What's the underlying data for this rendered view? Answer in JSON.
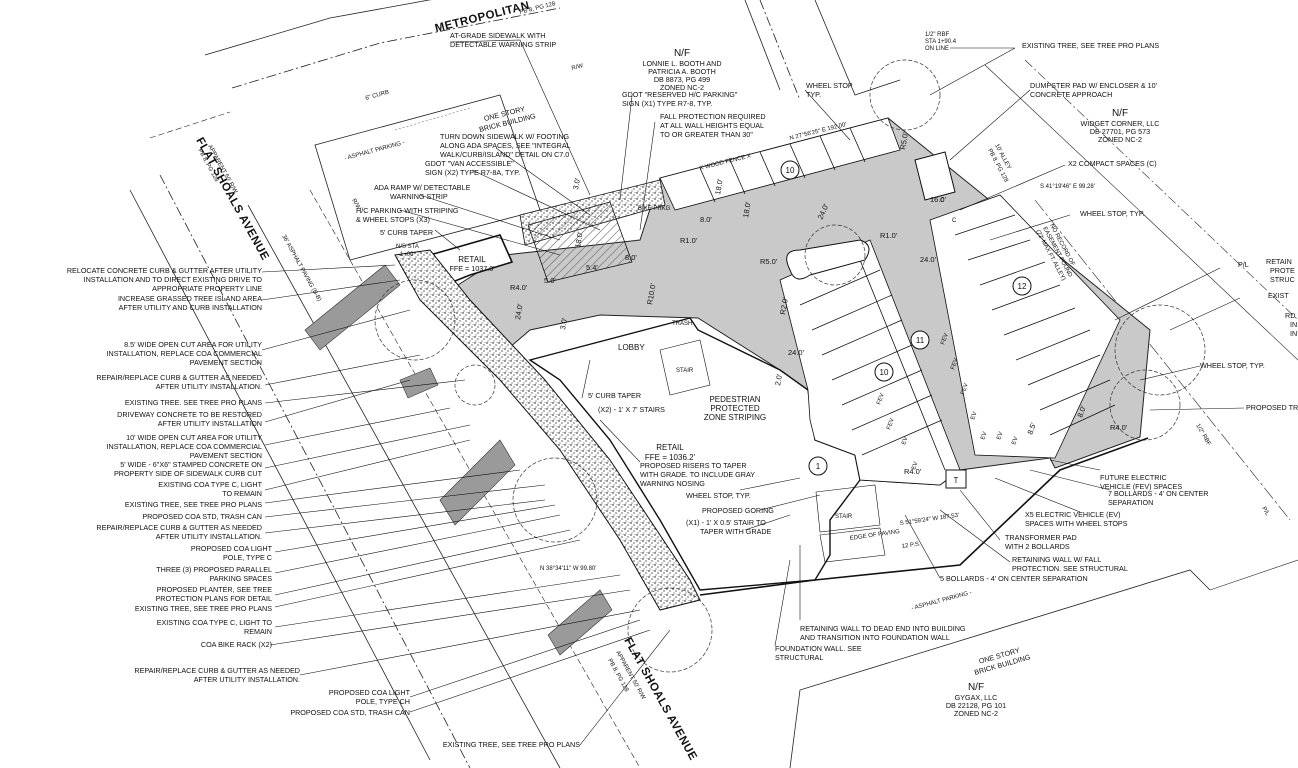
{
  "streets": {
    "metropolitan": "METROPOLITAN",
    "metropolitan_sub": "PB 8, PG 128",
    "flat_shoals_top": "FLAT SHOALS AVENUE",
    "flat_shoals_top_sub1": "APPARENT 50' R/W",
    "flat_shoals_top_sub2": "PB 8, PG 128",
    "flat_shoals_bottom": "FLAT SHOALS AVENUE",
    "flat_shoals_bottom_sub1": "APPARENT 50' R/W",
    "flat_shoals_bottom_sub2": "PB 8, PG 128",
    "alley": "10' ALLEY",
    "alley_sub": "PB 8, PG 128",
    "asphalt_parking_top": "- ASPHALT PARKING -",
    "asphalt_parking_bottom": "- ASPHALT PARKING -",
    "asphalt_paving": "36' ASPHALT PAVING (B-B)",
    "curb_6": "6\" CURB",
    "rw": "R/W"
  },
  "parcels": {
    "booth": [
      "N/F",
      "LONNIE L. BOOTH AND",
      "PATRICIA A. BOOTH",
      "DB 8873, PG 499",
      "ZONED NC-2"
    ],
    "widget": [
      "N/F",
      "WIDGET CORNER, LLC",
      "DB 27701, PG 573",
      "ZONED NC-2"
    ],
    "gygax": [
      "N/F",
      "GYGAX, LLC",
      "DB 22128, PG 101",
      "ZONED NC-2"
    ],
    "brick_top": [
      "ONE STORY",
      "BRICK BUILDING"
    ],
    "brick_bottom": [
      "ONE STORY",
      "BRICK BUILDING"
    ]
  },
  "building": {
    "retail_small": "RETAIL",
    "ffe_small": "FFE = 1037.0'",
    "retail_main": "RETAIL",
    "ffe_main": "FFE = 1036.2'",
    "lobby": "LOBBY",
    "trash": "TRASH",
    "stair": "STAIR",
    "stair2": "STAIR",
    "pedestrian": [
      "PEDESTRIAN",
      "PROTECTED",
      "ZONE STRIPING"
    ],
    "bike": "BIKE PRKG"
  },
  "parking": {
    "count_10a": "10",
    "count_12": "12",
    "count_11": "11",
    "count_10b": "10",
    "count_1": "1",
    "fev": "FEV",
    "ev": "EV",
    "compact": "C",
    "transformer": "T"
  },
  "dimensions": {
    "d24a": "24.0'",
    "d24b": "24.0'",
    "d24c": "24.0'",
    "d24d": "24.0'",
    "d18a": "18.0'",
    "d18b": "18.0'",
    "d18c": "18.0'",
    "d8a": "8.0'",
    "d8b": "8.0'",
    "d8c": "8.0'",
    "d8d": "8.5'",
    "d5a": "5.0'",
    "d54": "5.4'",
    "d16": "16.0'",
    "d30a": "3.0'",
    "d30b": "3.0'",
    "r1a": "R1.0'",
    "r1b": "R1.0'",
    "r4a": "R4.0'",
    "r4b": "R4.0'",
    "r4c": "R4.0'",
    "r5a": "R5.0'",
    "r5b": "R5.0'",
    "r2": "R2.0'",
    "r10": "R10.0'",
    "d20": "2.0'"
  },
  "bearings": {
    "north": "N 27°56'25\" E 192.00'",
    "east": "S 41°19'46\" E 99.28'",
    "south": "S 51°59'24\" W 187.53'",
    "west": "N 38°34'11\" W 99.80'",
    "edge_paving": "EDGE OF PAVING",
    "wood_fence": "X  WOOD FENCE  X",
    "ps12": "12 P.S."
  },
  "annotations": {
    "sidewalk": [
      "AT-GRADE SIDEWALK WITH",
      "DETECTABLE WARNING STRIP"
    ],
    "rbf": [
      "1/2\" RBF",
      "STA 1+90.4",
      "ON LINE"
    ],
    "tree_tr": "EXISTING TREE, SEE TREE PRO PLANS",
    "wheel_stop_top": [
      "WHEEL STOP",
      "TYP."
    ],
    "dumpster": [
      "DUMPSTER PAD W/ ENCLOSER & 10'",
      "CONCRETE APPROACH"
    ],
    "reserved": [
      "GDOT \"RESERVED H/C PARKING\"",
      "SIGN (X1) TYPE R7-8, TYP."
    ],
    "fall_top": [
      "FALL PROTECTION REQUIRED",
      "AT ALL WALL HEIGHTS EQUAL",
      "TO OR GREATER THAN 30\""
    ],
    "turndown": [
      "TURN DOWN SIDEWALK W/ FOOTING",
      "ALONG ADA SPACES, SEE \"INTEGRAL",
      "WALK/CURB/ISLAND\" DETAIL ON C7.0"
    ],
    "van": [
      "GDOT \"VAN ACCESSIBLE\"",
      "SIGN (X2) TYPE R7-8A, TYP."
    ],
    "ada_ramp": [
      "ADA RAMP W/ DETECTABLE",
      "WARNING STRIP"
    ],
    "hc_parking": [
      "H/C PARKING WITH STRIPING",
      "& WHEEL STOPS (X3)"
    ],
    "curb_taper_top": "5' CURB TAPER",
    "ns_sta": [
      "N/S STA",
      "1+00"
    ],
    "compact_spaces": "X2 COMPACT SPACES (C)",
    "wheel_stop_typ_r": "WHEEL STOP, TYP.",
    "no_record": [
      "NO RECORD OF",
      "EASEMENT FOUND",
      "(22' MAX FT. ALLEY)"
    ],
    "pl": "P/L",
    "retain_r": [
      "RETAIN",
      "PROTE",
      "STRUC"
    ],
    "exist_r": "EXIST",
    "rd": [
      "RD",
      "IN",
      "IN"
    ],
    "wheel_stop_r2": "WHEEL STOP, TYP.",
    "proposed_tree_r": "PROPOSED TR",
    "half_rbf": "1/2\" RBF",
    "future_ev": [
      "FUTURE ELECTRIC",
      "VEHICLE (FEV) SPACES"
    ],
    "bollards7": [
      "7 BOLLARDS - 4' ON CENTER",
      "SEPARATION"
    ],
    "ev_spaces": [
      "X5 ELECTRIC VEHICLE (EV)",
      "SPACES WITH WHEEL STOPS"
    ],
    "transformer_pad": [
      "TRANSFORMER PAD",
      "WITH 2 BOLLARDS"
    ],
    "retaining_fall": [
      "RETAINING WALL W/ FALL",
      "PROTECTION. SEE STRUCTURAL"
    ],
    "bollards5": "5 BOLLARDS - 4' ON CENTER SEPARATION",
    "retaining_dead": [
      "RETAINING WALL TO DEAD END INTO BUILDING",
      "AND TRANSITION INTO FOUNDATION WALL"
    ],
    "foundation": [
      "FOUNDATION WALL. SEE",
      "STRUCTURAL"
    ],
    "relocate": [
      "RELOCATE CONCRETE CURB & GUTTER AFTER UTILITY",
      "INSTALLATION AND TO DIRECT EXISTING DRIVE TO",
      "APPROPRIATE PROPERTY LINE"
    ],
    "increase": [
      "INCREASE GRASSED TREE ISLAND AREA",
      "AFTER UTILITY AND CURB INSTALLATION"
    ],
    "open85": [
      "8.5' WIDE OPEN CUT AREA FOR UTILITY",
      "INSTALLATION, REPLACE COA COMMERCIAL",
      "PAVEMENT SECTION"
    ],
    "repair1": [
      "REPAIR/REPLACE CURB & GUTTER AS NEEDED",
      "AFTER UTILITY INSTALLATION."
    ],
    "tree_l1": "EXISTING TREE. SEE TREE PRO PLANS",
    "driveway": [
      "DRIVEWAY CONCRETE TO BE RESTORED",
      "AFTER UTILITY INSTALLATION"
    ],
    "open10": [
      "10' WIDE OPEN CUT AREA FOR UTILITY",
      "INSTALLATION, REPLACE COA COMMERCIAL",
      "PAVEMENT SECTION"
    ],
    "stamped": [
      "5' WIDE - 6\"X6\" STAMPED CONCRETE ON",
      "PROPERTY SIDE OF SIDEWALK CURB CUT"
    ],
    "light_remain": [
      "EXISTING COA TYPE C, LIGHT",
      "TO REMAIN"
    ],
    "tree_l2": "EXISTING TREE, SEE TREE PRO PLANS",
    "trash_l1": "PROPOSED COA STD, TRASH CAN",
    "repair2": [
      "REPAIR/REPLACE CURB & GUTTER AS NEEDED",
      "AFTER UTILITY INSTALLATION."
    ],
    "light_c": [
      "PROPOSED COA LIGHT",
      "POLE, TYPE C"
    ],
    "parallel": [
      "THREE (3) PROPOSED PARALLEL",
      "PARKING SPACES"
    ],
    "planter": [
      "PROPOSED PLANTER, SEE TREE",
      "PROTECTION PLANS FOR DETAIL"
    ],
    "tree_l3": "EXISTING TREE, SEE TREE PRO PLANS",
    "light_remain2": [
      "EXISTING COA TYPE C, LIGHT TO",
      "REMAIN"
    ],
    "bike_rack": "COA BIKE RACK (X2)",
    "repair3": [
      "REPAIR/REPLACE CURB & GUTTER AS NEEDED",
      "AFTER UTILITY INSTALLATION."
    ],
    "light_ch": [
      "PROPOSED COA LIGHT",
      "POLE, TYPE CH"
    ],
    "trash_l2": "PROPOSED COA STD, TRASH CAN",
    "tree_l4": "EXISTING TREE, SEE TREE PRO PLANS",
    "curb_taper_mid": "5' CURB TAPER",
    "stairs_17": "(X2) - 1' X 7' STAIRS",
    "risers": [
      "PROPOSED RISERS TO TAPER",
      "WITH GRADE. TO INCLUDE GRAY",
      "WARNING NOSING"
    ],
    "wheel_stop_mid": "WHEEL STOP, TYP.",
    "goring": "PROPOSED GORING",
    "stair_taper": [
      "(X1) - 1' X 0.5' STAIR TO",
      "TAPER WITH GRADE"
    ]
  }
}
